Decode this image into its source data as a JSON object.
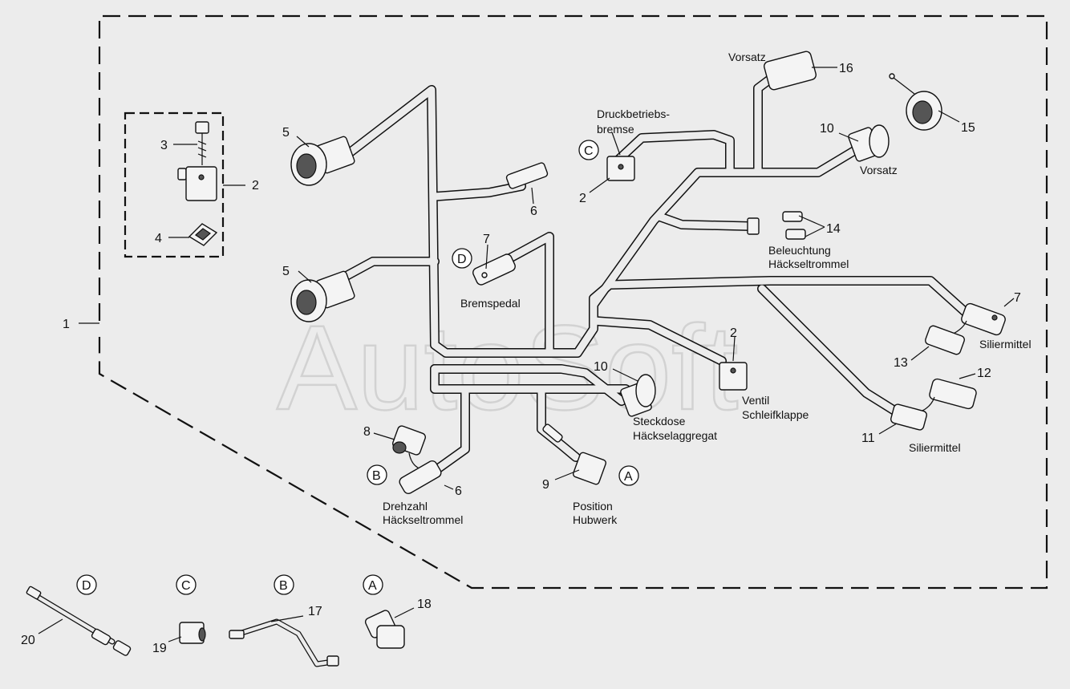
{
  "watermark": "AutoSoft",
  "callouts": {
    "n1": "1",
    "n2a": "2",
    "n2b": "2",
    "n2c": "2",
    "n3": "3",
    "n4": "4",
    "n5a": "5",
    "n5b": "5",
    "n6a": "6",
    "n6b": "6",
    "n7a": "7",
    "n7b": "7",
    "n8": "8",
    "n9": "9",
    "n10a": "10",
    "n10b": "10",
    "n11": "11",
    "n12": "12",
    "n13": "13",
    "n14": "14",
    "n15": "15",
    "n16": "16",
    "n17": "17",
    "n18": "18",
    "n19": "19",
    "n20": "20"
  },
  "letters": {
    "c_top": "C",
    "d_top": "D",
    "b_top": "B",
    "a_top": "A",
    "d_bot": "D",
    "c_bot": "C",
    "b_bot": "B",
    "a_bot": "A"
  },
  "labels": {
    "vorsatz_top": "Vorsatz",
    "druck_1": "Druckbetriebs-",
    "druck_2": "bremse",
    "vorsatz_right": "Vorsatz",
    "beleuchtung_1": "Beleuchtung",
    "beleuchtung_2": "Häckseltrommel",
    "bremspedal": "Bremspedal",
    "siliermittel_1": "Siliermittel",
    "siliermittel_2": "Siliermittel",
    "ventil_1": "Ventil",
    "ventil_2": "Schleifklappe",
    "steckdose_1": "Steckdose",
    "steckdose_2": "Häckselaggregat",
    "drehzahl_1": "Drehzahl",
    "drehzahl_2": "Häckseltrommel",
    "position_1": "Position",
    "position_2": "Hubwerk"
  }
}
